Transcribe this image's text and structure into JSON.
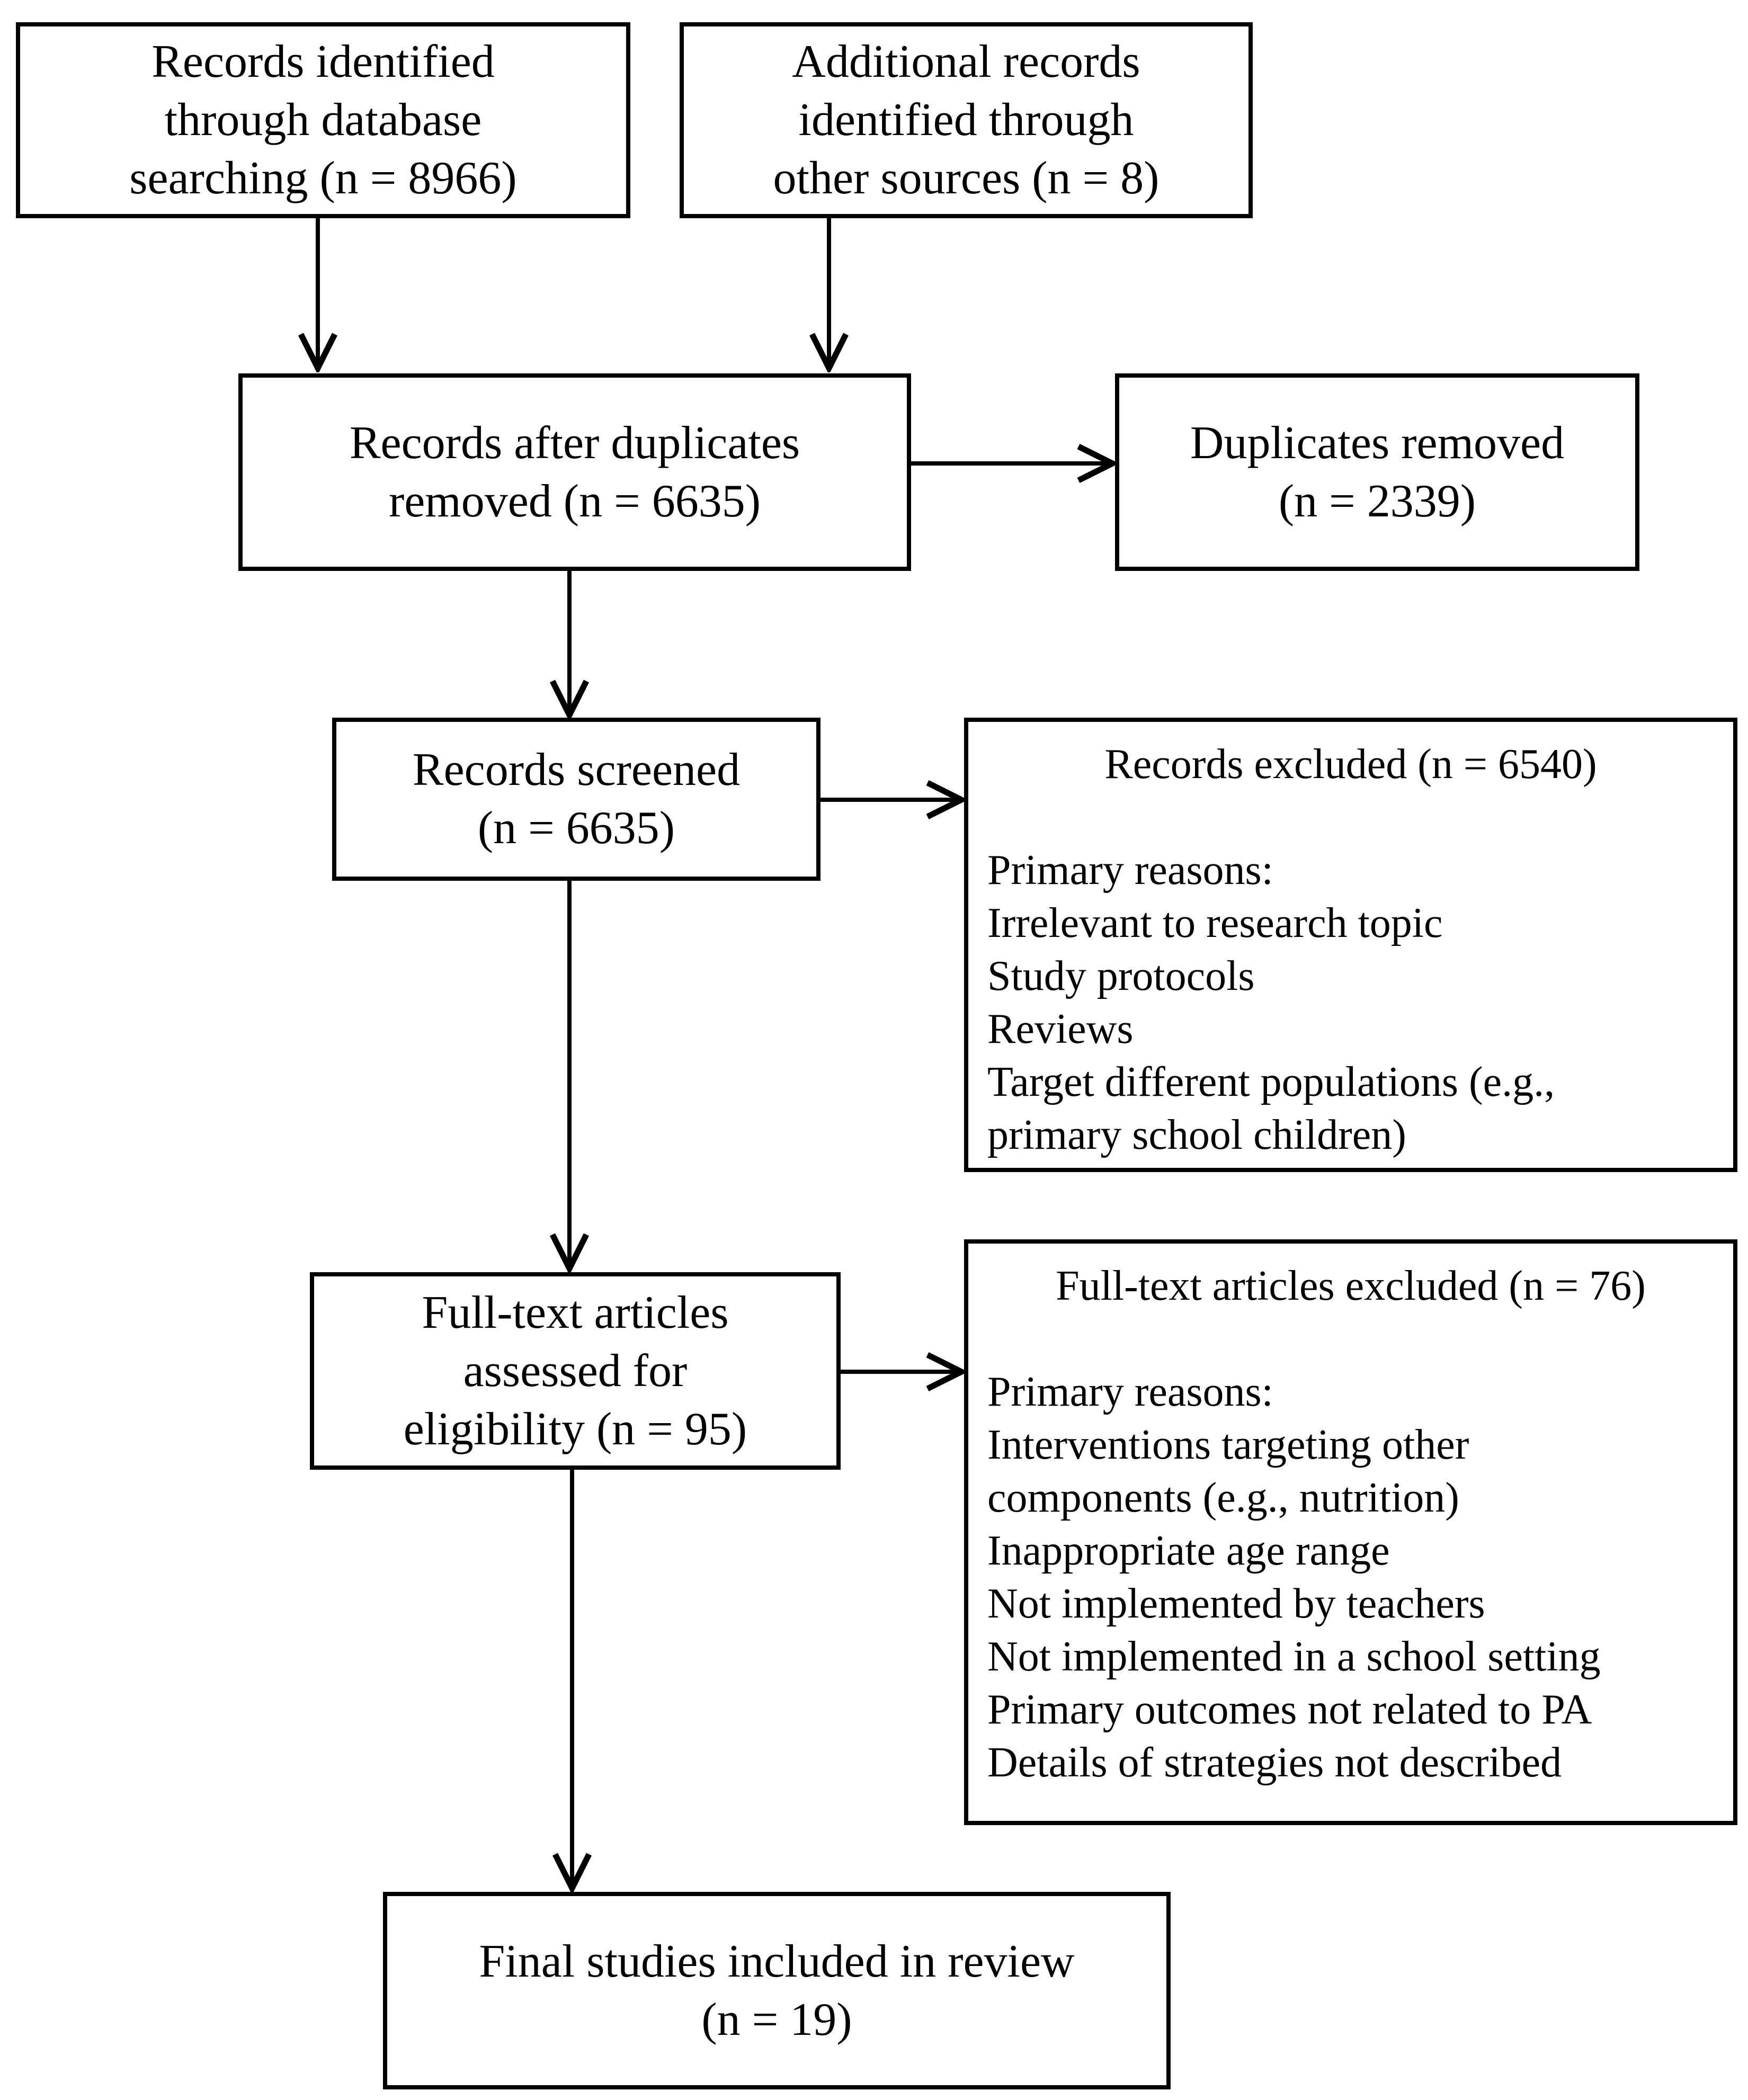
{
  "nodes": {
    "identified_db": "Records identified\nthrough database\nsearching (n = 8966)",
    "identified_other": "Additional records\nidentified through\nother sources (n = 8)",
    "after_duplicates": "Records after duplicates\nremoved (n = 6635)",
    "duplicates_removed": "Duplicates removed\n(n = 2339)",
    "screened": "Records screened\n(n = 6635)",
    "records_excluded": {
      "heading": "Records excluded (n = 6540)",
      "reasons": [
        "Primary reasons:",
        "Irrelevant to research topic",
        "Study protocols",
        "Reviews",
        "Target different populations (e.g.,",
        "primary school children)"
      ]
    },
    "fulltext_assessed": "Full-text articles\nassessed for\neligibility (n = 95)",
    "fulltext_excluded": {
      "heading": "Full-text articles excluded (n = 76)",
      "reasons": [
        "Primary reasons:",
        "Interventions targeting other",
        "components (e.g., nutrition)",
        "Inappropriate age range",
        "Not implemented by teachers",
        "Not implemented in a school setting",
        "Primary outcomes not related to PA",
        "Details of strategies not described"
      ]
    },
    "final_included": "Final studies included in review\n(n = 19)"
  },
  "colors": {
    "stroke": "#000000",
    "background": "#ffffff"
  }
}
